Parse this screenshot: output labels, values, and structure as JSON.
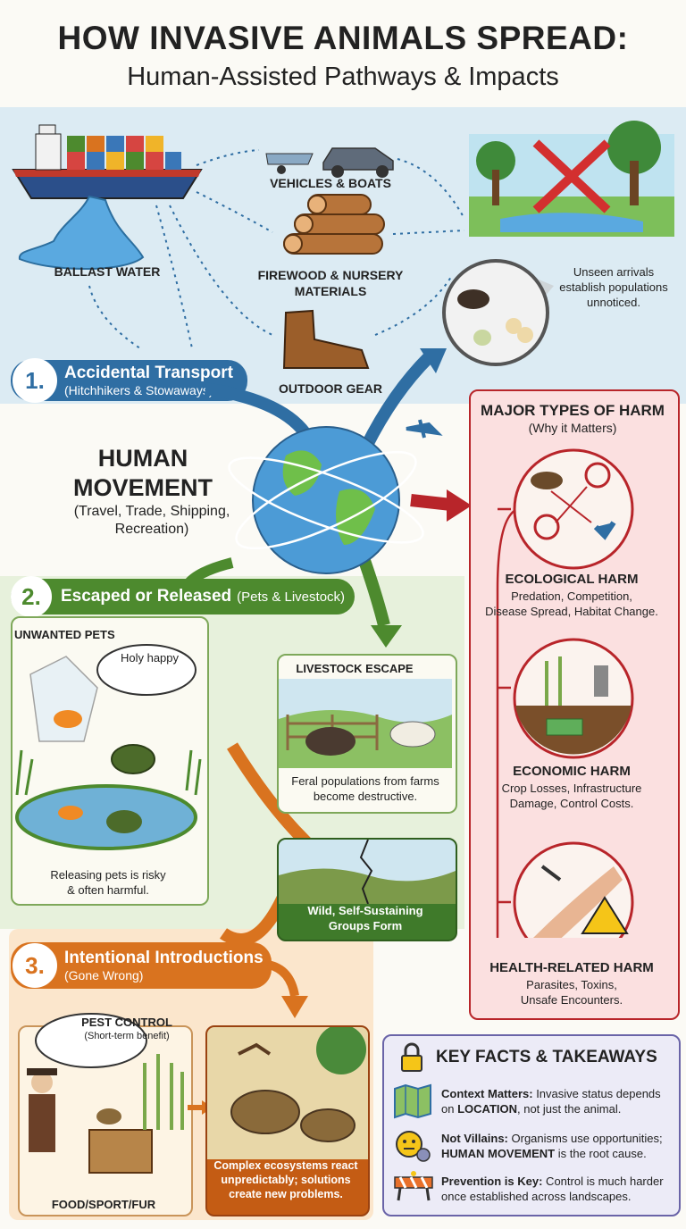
{
  "header": {
    "title": "HOW INVASIVE ANIMALS SPREAD:",
    "subtitle": "Human-Assisted Pathways & Impacts"
  },
  "accidental": {
    "ballast_label": "BALLAST WATER",
    "vehicles_label": "VEHICLES & BOATS",
    "firewood_label_1": "FIREWOOD & NURSERY",
    "firewood_label_2": "MATERIALS",
    "gear_label": "OUTDOOR GEAR",
    "unseen_1": "Unseen arrivals",
    "unseen_2": "establish populations",
    "unseen_3": "unnoticed.",
    "number": "1.",
    "pill_title": "Accidental Transport",
    "pill_sub": "(Hitchhikers & Stowaways)"
  },
  "center": {
    "line1": "HUMAN",
    "line2": "MOVEMENT",
    "sub1": "(Travel, Trade, Shipping,",
    "sub2": "Recreation)"
  },
  "escaped": {
    "number": "2.",
    "pill_title": "Escaped or Released",
    "pill_sub": "(Pets & Livestock)",
    "pets_title": "UNWANTED PETS",
    "bubble": "Holy happy",
    "pets_caption_1": "Releasing pets is risky",
    "pets_caption_2": "& often harmful.",
    "livestock_title": "LIVESTOCK ESCAPE",
    "livestock_caption_1": "Feral populations from farms",
    "livestock_caption_2": "become destructive.",
    "wild_1": "Wild, Self-Sustaining",
    "wild_2": "Groups Form"
  },
  "intentional": {
    "number": "3.",
    "pill_title": "Intentional Introductions",
    "pill_sub": "(Gone Wrong)",
    "bubble_title": "PEST CONTROL",
    "bubble_sub": "(Short-term benefit)",
    "food_label": "FOOD/SPORT/FUR",
    "result_1": "Complex ecosystems react",
    "result_2": "unpredictably; solutions",
    "result_3": "create new problems."
  },
  "harm": {
    "title": "MAJOR TYPES OF HARM",
    "subtitle": "(Why it Matters)",
    "ecological_title": "ECOLOGICAL HARM",
    "ecological_1": "Predation, Competition,",
    "ecological_2": "Disease Spread, Habitat Change.",
    "economic_title": "ECONOMIC HARM",
    "economic_1": "Crop Losses, Infrastructure",
    "economic_2": "Damage, Control Costs.",
    "health_title": "HEALTH-RELATED HARM",
    "health_1": "Parasites, Toxins,",
    "health_2": "Unsafe Encounters."
  },
  "facts": {
    "title": "KEY FACTS & TAKEAWAYS",
    "f1_bold": "Context Matters:",
    "f1_text_a": " Invasive status depends",
    "f1_text_b": "on ",
    "f1_bold_b": "LOCATION",
    "f1_text_c": ", not just the animal.",
    "f2_bold": "Not Villains:",
    "f2_text_a": " Organisms use opportunities;",
    "f2_bold_b": "HUMAN MOVEMENT",
    "f2_text_b": " is the root cause.",
    "f3_bold": "Prevention is Key:",
    "f3_text_a": " Control is much harder",
    "f3_text_b": "once established across landscapes."
  },
  "colors": {
    "accidental": "#2f6ea3",
    "escaped": "#4d8a2e",
    "intentional": "#d9731f",
    "harm": "#b8252a",
    "facts": "#6a64a8"
  }
}
